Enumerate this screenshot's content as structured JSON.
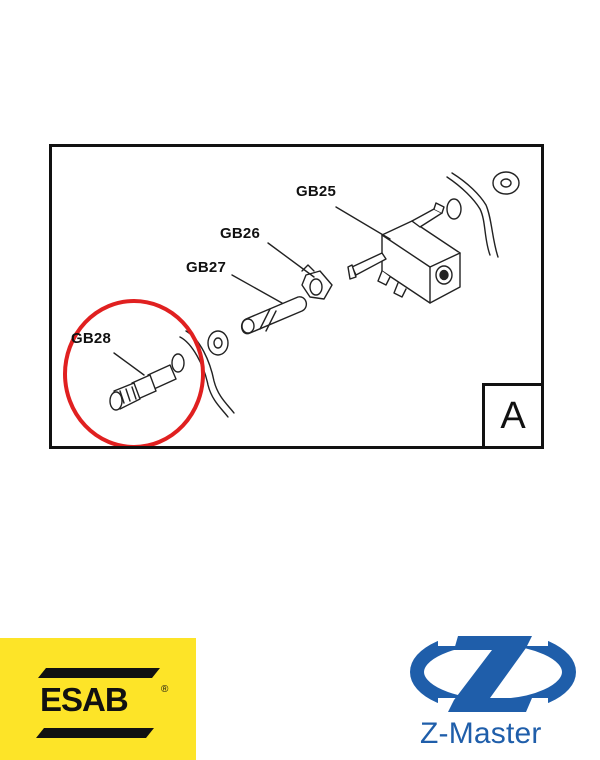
{
  "diagram": {
    "labels": {
      "gb25": "GB25",
      "gb26": "GB26",
      "gb27": "GB27",
      "gb28": "GB28"
    },
    "view_letter": "A",
    "highlight_color": "#e02020"
  },
  "logos": {
    "esab": {
      "text": "ESAB",
      "reg_mark": "®",
      "background": "#fde428"
    },
    "zmaster": {
      "text": "Z-Master",
      "color": "#1f5eaa"
    }
  }
}
